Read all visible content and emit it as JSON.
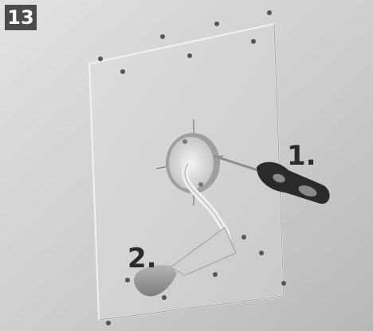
{
  "step_number": "13",
  "callouts": {
    "one": "1.",
    "two": "2."
  },
  "colors": {
    "background": "#cfcfcf",
    "badge": "#4b4b4b",
    "panel": "#d8d8d8",
    "screwdriver_handle": "#2a2a2a",
    "screwdriver_grip": "#8a8a8a",
    "putty_knife_handle": "#9a9a9a"
  },
  "icons": [
    "screw-icon",
    "screwdriver-icon",
    "putty-knife-icon",
    "electrical-box-icon",
    "cable-icon"
  ]
}
